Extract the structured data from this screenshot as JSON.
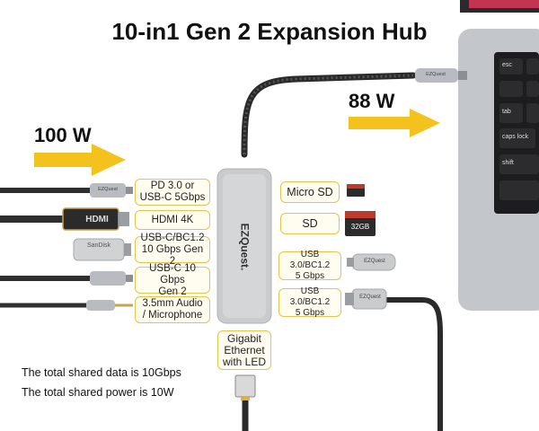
{
  "title": "10-in1 Gen 2 Expansion Hub",
  "power": {
    "input": "100 W",
    "output": "88 W"
  },
  "brand": "EZQuest.",
  "cable_brand": "EZQuest",
  "ports_left": [
    {
      "lines": [
        "PD 3.0 or",
        "USB-C 5Gbps"
      ]
    },
    {
      "lines": [
        "HDMI 4K"
      ]
    },
    {
      "lines": [
        "USB-C/BC1.2",
        "10 Gbps Gen 2"
      ]
    },
    {
      "lines": [
        "USB-C 10 Gbps",
        "Gen 2"
      ]
    },
    {
      "lines": [
        "3.5mm Audio",
        "/ Microphone"
      ]
    }
  ],
  "ports_right": [
    {
      "lines": [
        "Micro SD"
      ]
    },
    {
      "lines": [
        "SD"
      ]
    },
    {
      "lines": [
        "USB 3.0/BC1.2",
        "5 Gbps"
      ]
    },
    {
      "lines": [
        "USB 3.0/BC1.2",
        "5 Gbps"
      ]
    }
  ],
  "ethernet": {
    "lines": [
      "Gigabit",
      "Ethernet",
      "with LED"
    ]
  },
  "notes": [
    "The total shared data is 10Gbps",
    "The total shared power is 10W"
  ],
  "devices": {
    "hdmi_text": "HDMI",
    "flash_text": "SanDisk",
    "sd_text": "32GB",
    "usb_text": "EZQuest"
  },
  "keyboard_keys": [
    "esc",
    "tab",
    "caps lock",
    "shift"
  ],
  "colors": {
    "arrow": "#f4c21d",
    "label_border": "#e8c24a",
    "hub": "#c9cbcd",
    "laptop": "#bfc3c7"
  }
}
